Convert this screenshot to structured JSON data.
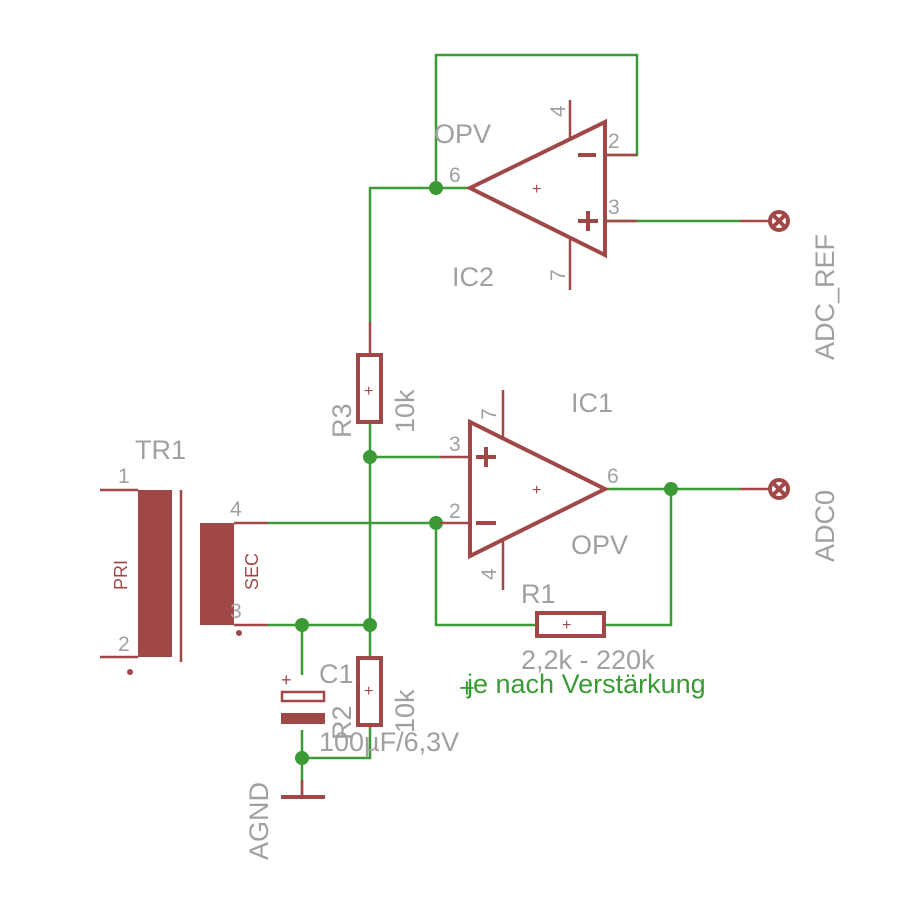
{
  "parts": {
    "ic2": {
      "name": "IC2",
      "value": "OPV",
      "pins": {
        "p4": "4",
        "p2": "2",
        "p6": "6",
        "p3": "3",
        "p7": "7"
      }
    },
    "ic1": {
      "name": "IC1",
      "value": "OPV",
      "pins": {
        "p7": "7",
        "p3": "3",
        "p2": "2",
        "p6": "6",
        "p4": "4"
      }
    },
    "r3": {
      "name": "R3",
      "value": "10k"
    },
    "r2": {
      "name": "R2",
      "value": "10k"
    },
    "r1": {
      "name": "R1",
      "value": "2,2k - 220k"
    },
    "c1": {
      "name": "C1",
      "value": "100µF/6,3V"
    },
    "tr1": {
      "name": "TR1",
      "pri": "PRI",
      "sec": "SEC",
      "pins": {
        "p1": "1",
        "p2": "2",
        "p3": "3",
        "p4": "4"
      }
    }
  },
  "nets": {
    "adc_ref": "ADC_REF",
    "adc0": "ADC0",
    "agnd": "AGND"
  },
  "note": "je nach Verstärkung",
  "colors": {
    "wire": "#3c9a36",
    "part": "#a04848",
    "label": "#a0a0a0"
  }
}
